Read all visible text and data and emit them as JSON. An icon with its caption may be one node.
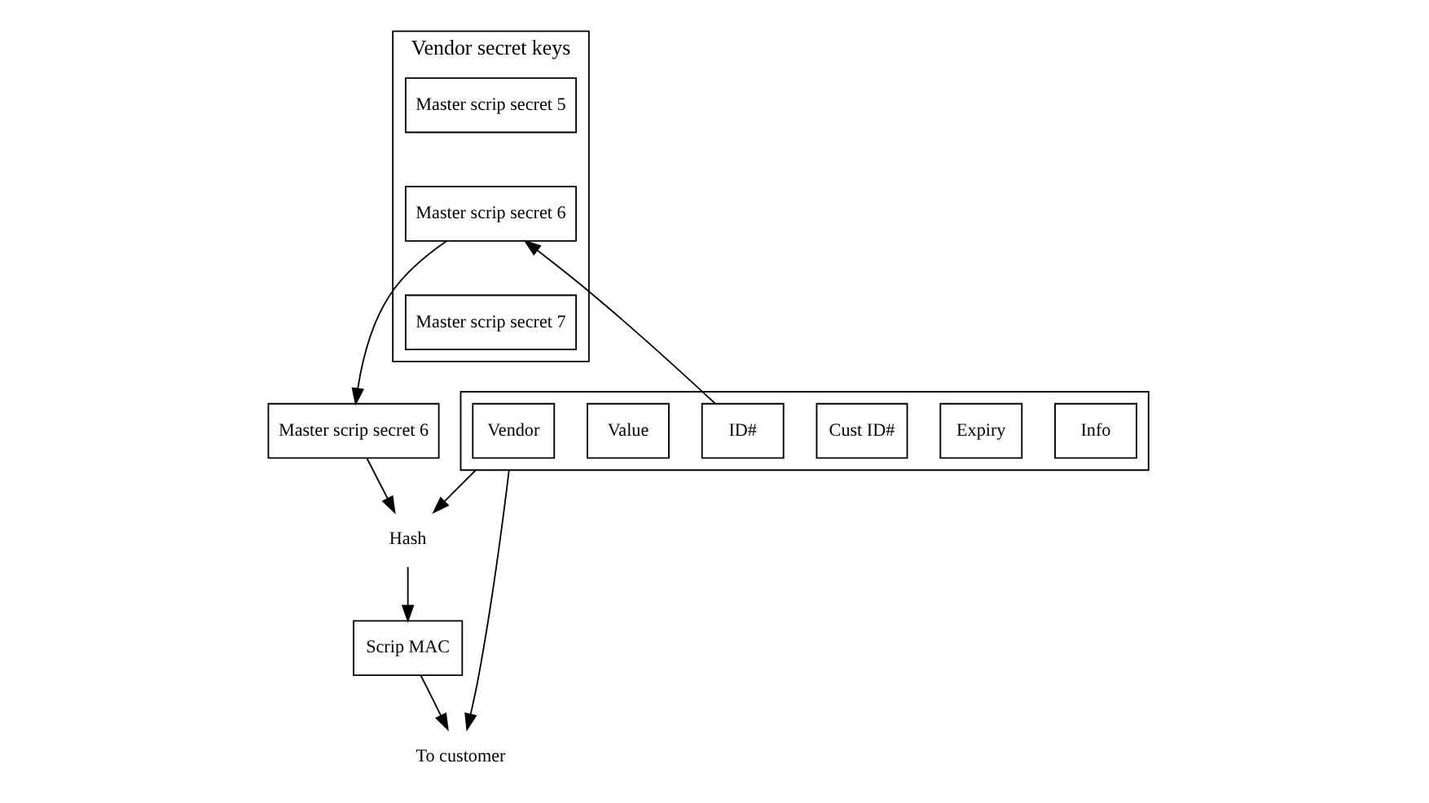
{
  "diagram": {
    "nodes": [
      {
        "text": [
          "Vendor secret keys"
        ]
      },
      {
        "text": [
          "Master scrip secret 5"
        ],
        "in": 0
      },
      {
        "text": [
          "Master scrip secret 6"
        ],
        "in": 0
      },
      {
        "text": [
          "Master scrip secret 7"
        ],
        "in": 0
      },
      {
        "text": [],
        "shape": "box"
      },
      {
        "text": [
          "Vendor"
        ],
        "in": 4
      },
      {
        "text": [
          "Value"
        ],
        "in": 4
      },
      {
        "text": [
          "ID#"
        ],
        "in": 4
      },
      {
        "text": [
          "Cust ID#"
        ],
        "in": 4
      },
      {
        "text": [
          "Expiry"
        ],
        "in": 4
      },
      {
        "text": [
          "Info"
        ],
        "in": 4
      },
      {
        "text": [
          "Master scrip secret 6"
        ]
      },
      {
        "text": [
          "Hash"
        ]
      },
      {
        "text": [
          "Scrip MAC"
        ]
      },
      {
        "text": [
          "To customer"
        ]
      }
    ],
    "edges": [
      {
        "from": 7,
        "to": 2,
        "arrow": "to"
      },
      {
        "from": 2,
        "to": 11,
        "arrow": "to"
      },
      {
        "from": 4,
        "to": 12,
        "arrow": "to"
      },
      {
        "from": 11,
        "to": 12,
        "arrow": "to"
      },
      {
        "from": 12,
        "to": 13,
        "arrow": "to"
      },
      {
        "from": 4,
        "to": 14,
        "arrow": "to"
      },
      {
        "from": 13,
        "to": 14,
        "arrow": "to"
      }
    ]
  }
}
